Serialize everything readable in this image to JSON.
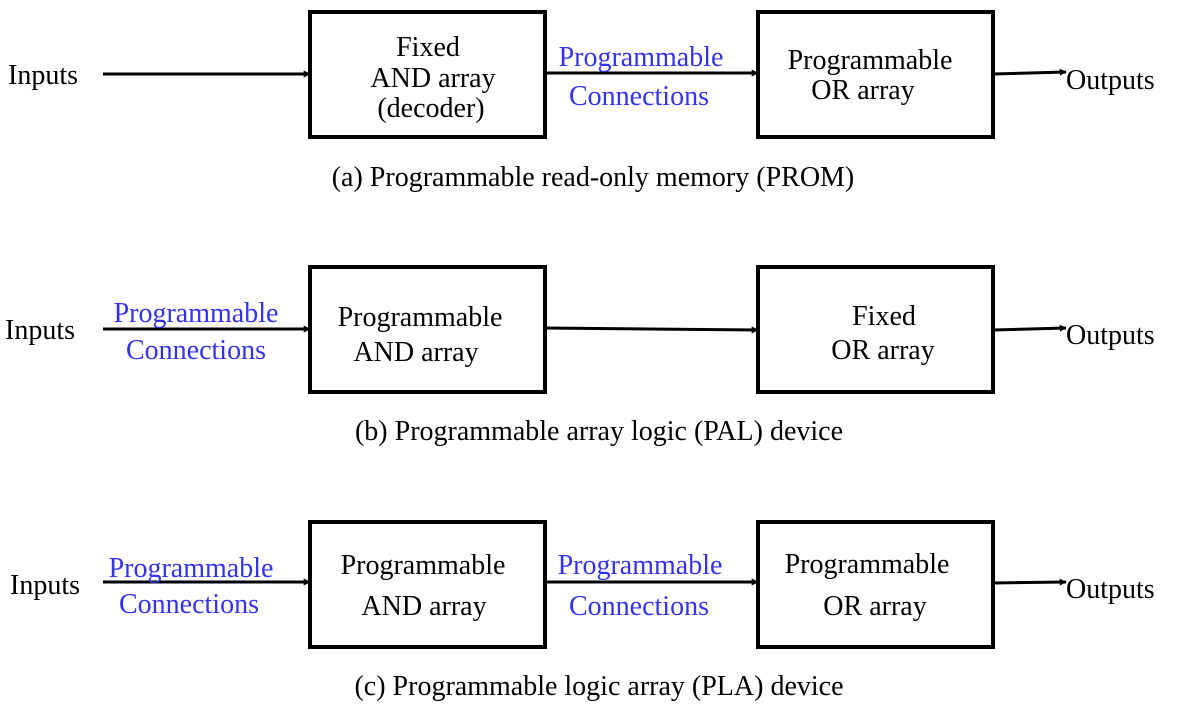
{
  "colors": {
    "stroke": "#000000",
    "programmable": "#3333ee",
    "background": "#ffffff"
  },
  "common": {
    "inputs": "Inputs",
    "outputs": "Outputs"
  },
  "prom": {
    "caption": "(a) Programmable read-only memory (PROM)",
    "and_box": {
      "line1": "Fixed",
      "line2": "AND array",
      "line3": "(decoder)"
    },
    "mid_conn": {
      "line1": "Programmable",
      "line2": "Connections"
    },
    "or_box": {
      "line1": "Programmable",
      "line2": "OR array"
    }
  },
  "pal": {
    "caption": "(b) Programmable array logic (PAL) device",
    "in_conn": {
      "line1": "Programmable",
      "line2": "Connections"
    },
    "and_box": {
      "line1": "Programmable",
      "line2": "AND array"
    },
    "or_box": {
      "line1": "Fixed",
      "line2": "OR array"
    }
  },
  "pla": {
    "caption": "(c) Programmable logic array (PLA) device",
    "in_conn": {
      "line1": "Programmable",
      "line2": "Connections"
    },
    "and_box": {
      "line1": "Programmable",
      "line2": "AND array"
    },
    "mid_conn": {
      "line1": "Programmable",
      "line2": "Connections"
    },
    "or_box": {
      "line1": "Programmable",
      "line2": "OR array"
    }
  }
}
